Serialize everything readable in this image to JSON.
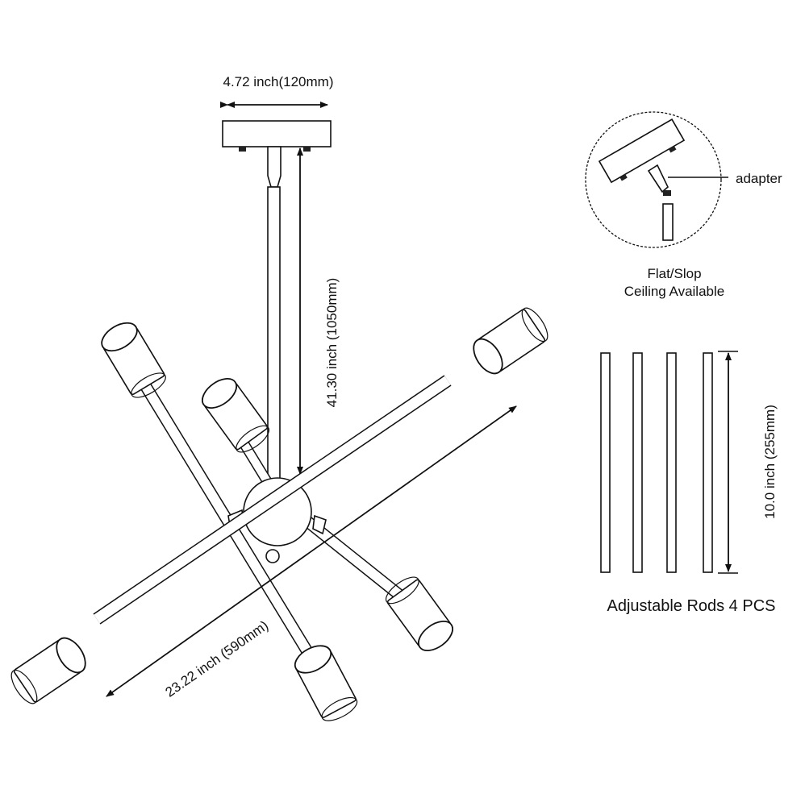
{
  "dimensions": {
    "canopy_width": "4.72 inch(120mm)",
    "drop_height": "41.30 inch (1050mm)",
    "span_width": "23.22 inch (590mm)",
    "rod_length": "10.0 inch (255mm)"
  },
  "detail": {
    "adapter_label": "adapter",
    "caption_line1": "Flat/Slop",
    "caption_line2": "Ceiling Available"
  },
  "rods": {
    "caption": "Adjustable Rods 4 PCS",
    "count": 4
  },
  "colors": {
    "line": "#111111",
    "background": "#ffffff"
  }
}
